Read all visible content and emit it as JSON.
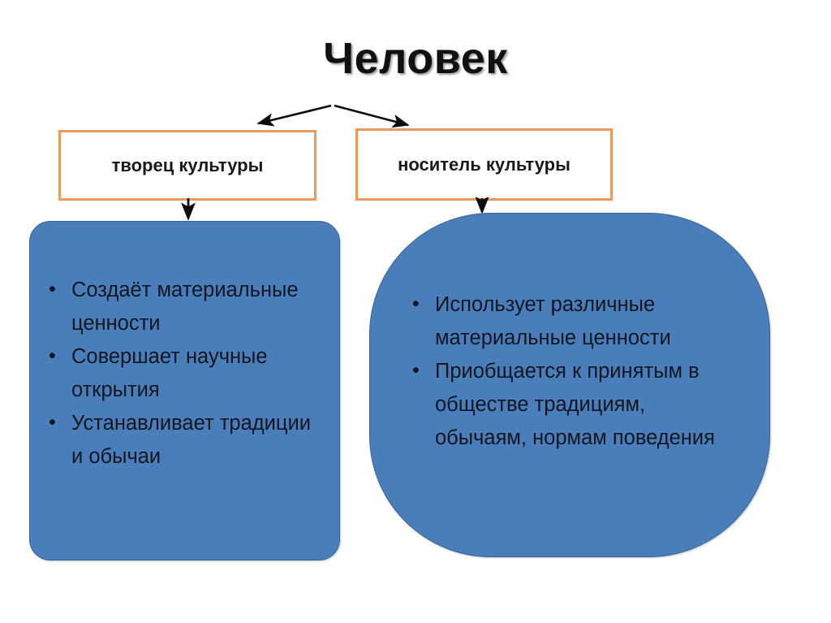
{
  "slide": {
    "title": "Человек",
    "background_color": "#ffffff"
  },
  "theme": {
    "orange_border": "#ec9a5c",
    "blue_fill": "#4a7ebb",
    "blue_border": "#3a6395",
    "text_color": "#10161f",
    "title_color": "#111111"
  },
  "branches": [
    {
      "label": "творец культуры",
      "bullets": [
        "Создаёт материальные ценности",
        "Совершает научные открытия",
        "Устанавливает традиции и обычаи"
      ]
    },
    {
      "label": "носитель культуры",
      "bullets": [
        "Использует различные материальные ценности",
        "Приобщается к принятым в обществе традициям, обычаям, нормам поведения"
      ]
    }
  ],
  "connectors": [
    {
      "name": "split-arrows",
      "from": "Человек",
      "to": [
        "творец культуры",
        "носитель культуры"
      ]
    },
    {
      "name": "left-down-arrow",
      "from": "творец культуры",
      "to": "bullets-creator"
    },
    {
      "name": "right-down-arrow",
      "from": "носитель культуры",
      "to": "bullets-bearer"
    }
  ]
}
